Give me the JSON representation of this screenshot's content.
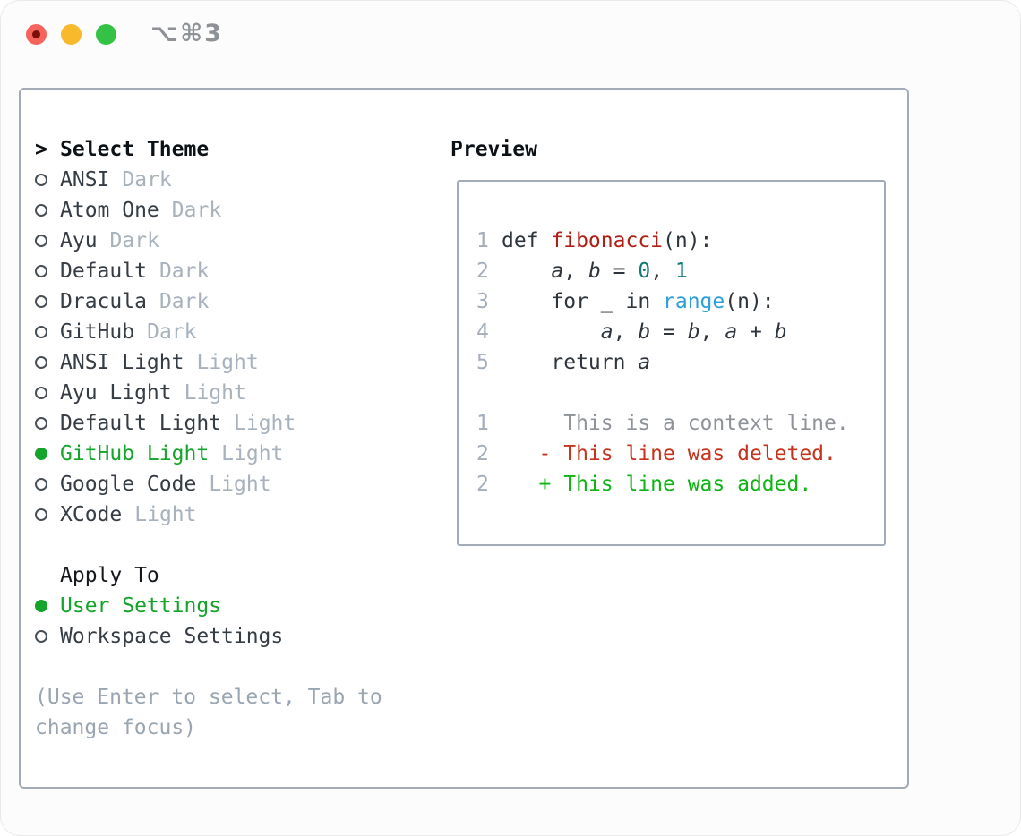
{
  "window": {
    "title": "⌥⌘3",
    "traffic_lights": [
      {
        "name": "close",
        "color": "#f4635c"
      },
      {
        "name": "minimize",
        "color": "#f8b92b"
      },
      {
        "name": "zoom",
        "color": "#33c244"
      }
    ]
  },
  "theme_picker": {
    "prompt_char": ">",
    "title": "Select Theme",
    "items": [
      {
        "name": "ANSI",
        "variant": "Dark",
        "selected": false
      },
      {
        "name": "Atom One",
        "variant": "Dark",
        "selected": false
      },
      {
        "name": "Ayu",
        "variant": "Dark",
        "selected": false
      },
      {
        "name": "Default",
        "variant": "Dark",
        "selected": false
      },
      {
        "name": "Dracula",
        "variant": "Dark",
        "selected": false
      },
      {
        "name": "GitHub",
        "variant": "Dark",
        "selected": false
      },
      {
        "name": "ANSI Light",
        "variant": "Light",
        "selected": false
      },
      {
        "name": "Ayu Light",
        "variant": "Light",
        "selected": false
      },
      {
        "name": "Default Light",
        "variant": "Light",
        "selected": false
      },
      {
        "name": "GitHub Light",
        "variant": "Light",
        "selected": true
      },
      {
        "name": "Google Code",
        "variant": "Light",
        "selected": false
      },
      {
        "name": "XCode",
        "variant": "Light",
        "selected": false
      }
    ]
  },
  "apply_to": {
    "title": "Apply To",
    "options": [
      {
        "label": "User Settings",
        "selected": true
      },
      {
        "label": "Workspace Settings",
        "selected": false
      }
    ]
  },
  "hint": "(Use Enter to select, Tab to change focus)",
  "preview": {
    "title": "Preview",
    "lines": [
      {
        "num": "1",
        "segments": [
          {
            "text": "def ",
            "style": "plain"
          },
          {
            "text": "fibonacci",
            "style": "func"
          },
          {
            "text": "(n):",
            "style": "plain"
          }
        ]
      },
      {
        "num": "2",
        "segments": [
          {
            "text": "    ",
            "style": "plain"
          },
          {
            "text": "a",
            "style": "var"
          },
          {
            "text": ", ",
            "style": "plain"
          },
          {
            "text": "b",
            "style": "var"
          },
          {
            "text": " = ",
            "style": "plain"
          },
          {
            "text": "0",
            "style": "num"
          },
          {
            "text": ", ",
            "style": "plain"
          },
          {
            "text": "1",
            "style": "num"
          }
        ]
      },
      {
        "num": "3",
        "segments": [
          {
            "text": "    for _ in ",
            "style": "plain"
          },
          {
            "text": "range",
            "style": "builtin"
          },
          {
            "text": "(n):",
            "style": "plain"
          }
        ]
      },
      {
        "num": "4",
        "segments": [
          {
            "text": "        ",
            "style": "plain"
          },
          {
            "text": "a",
            "style": "var"
          },
          {
            "text": ", ",
            "style": "plain"
          },
          {
            "text": "b",
            "style": "var"
          },
          {
            "text": " = ",
            "style": "plain"
          },
          {
            "text": "b",
            "style": "var"
          },
          {
            "text": ", ",
            "style": "plain"
          },
          {
            "text": "a",
            "style": "var"
          },
          {
            "text": " + ",
            "style": "plain"
          },
          {
            "text": "b",
            "style": "var"
          }
        ]
      },
      {
        "num": "5",
        "segments": [
          {
            "text": "    return ",
            "style": "plain"
          },
          {
            "text": "a",
            "style": "var"
          }
        ]
      },
      {
        "num": "",
        "segments": []
      },
      {
        "num": "1",
        "segments": [
          {
            "text": "     This is a context line.",
            "style": "context"
          }
        ]
      },
      {
        "num": "2",
        "segments": [
          {
            "text": "   - This line was deleted.",
            "style": "deleted"
          }
        ]
      },
      {
        "num": "2",
        "segments": [
          {
            "text": "   + This line was added.",
            "style": "added"
          }
        ]
      }
    ]
  },
  "colors": {
    "selection_green": "#14a42a",
    "added_green": "#0fb414",
    "deleted_red": "#c5331d",
    "function_red": "#b01f16",
    "builtin_blue": "#2b9fd9",
    "number_teal": "#0d7a76",
    "context_gray": "#8d9399",
    "variant_tag_gray": "#a8b2bd",
    "hint_gray": "#9aa5b2",
    "panel_border": "#a2abb6"
  }
}
